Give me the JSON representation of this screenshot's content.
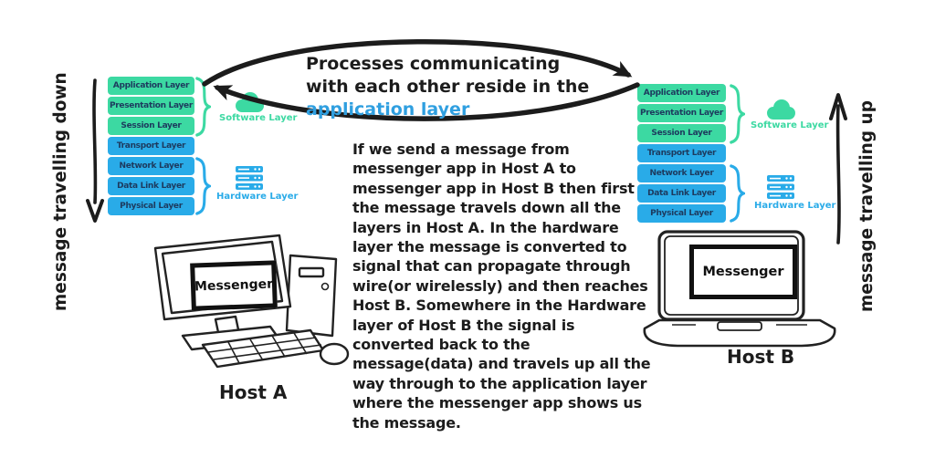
{
  "headline": {
    "text": "Processes communicating\nwith each other reside in the",
    "highlight": "application layer"
  },
  "body_text": "If we send a message from\nmessenger app in Host A to\nmessenger app in Host B then first\nthe message travels down all the\nlayers in Host A. In the hardware\nlayer the message is converted to\nsignal that can propagate through\nwire(or wirelessly) and then reaches\nHost B. Somewhere in the Hardware\nlayer of Host B the signal is\nconverted back to the\nmessage(data) and travels up all the\nway through to the application layer\nwhere the messenger app shows us\nthe message.",
  "stack": {
    "layers": [
      "Application Layer",
      "Presentation Layer",
      "Session Layer",
      "Transport Layer",
      "Network Layer",
      "Data Link Layer",
      "Physical Layer"
    ],
    "software_label": "Software Layer",
    "hardware_label": "Hardware Layer"
  },
  "arrows": {
    "down_label": "message travelling down",
    "up_label": "message travelling up"
  },
  "hosts": {
    "a": {
      "label": "Host A",
      "app": "Messenger"
    },
    "b": {
      "label": "Host B",
      "app": "Messenger"
    }
  },
  "colors": {
    "software_green": "#3cd9a2",
    "hardware_blue": "#29abe8",
    "layer_text": "#1d3a5e",
    "highlight_blue": "#2f9fe0",
    "ink": "#1c1c1c"
  }
}
